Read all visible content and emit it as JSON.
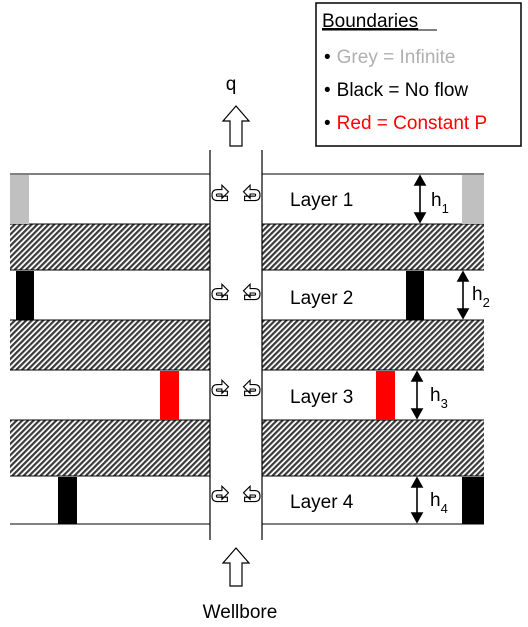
{
  "legend": {
    "title": "Boundaries",
    "items": [
      {
        "bullet": "•",
        "label": "Grey = Infinite",
        "color": "#b0b0b0"
      },
      {
        "bullet": "•",
        "label": "Black = No flow",
        "color": "#000000"
      },
      {
        "bullet": "•",
        "label": "Red = Constant P",
        "color": "#ff0000"
      }
    ]
  },
  "flow_label": "q",
  "wellbore_label": "Wellbore",
  "layers": [
    {
      "label": "Layer 1",
      "thickness": {
        "symbol": "h",
        "sub": "1"
      },
      "left_boundary": "Infinite",
      "right_boundary": "Infinite"
    },
    {
      "label": "Layer 2",
      "thickness": {
        "symbol": "h",
        "sub": "2"
      },
      "left_boundary": "No flow",
      "right_boundary": "No flow"
    },
    {
      "label": "Layer 3",
      "thickness": {
        "symbol": "h",
        "sub": "3"
      },
      "left_boundary": "Constant P",
      "right_boundary": "Constant P"
    },
    {
      "label": "Layer 4",
      "thickness": {
        "symbol": "h",
        "sub": "4"
      },
      "left_boundary": "No flow",
      "right_boundary": "No flow"
    }
  ],
  "colors": {
    "grey": "#c0c0c0",
    "black": "#000000",
    "red": "#ff0000",
    "shale": "#4a4a4a"
  }
}
